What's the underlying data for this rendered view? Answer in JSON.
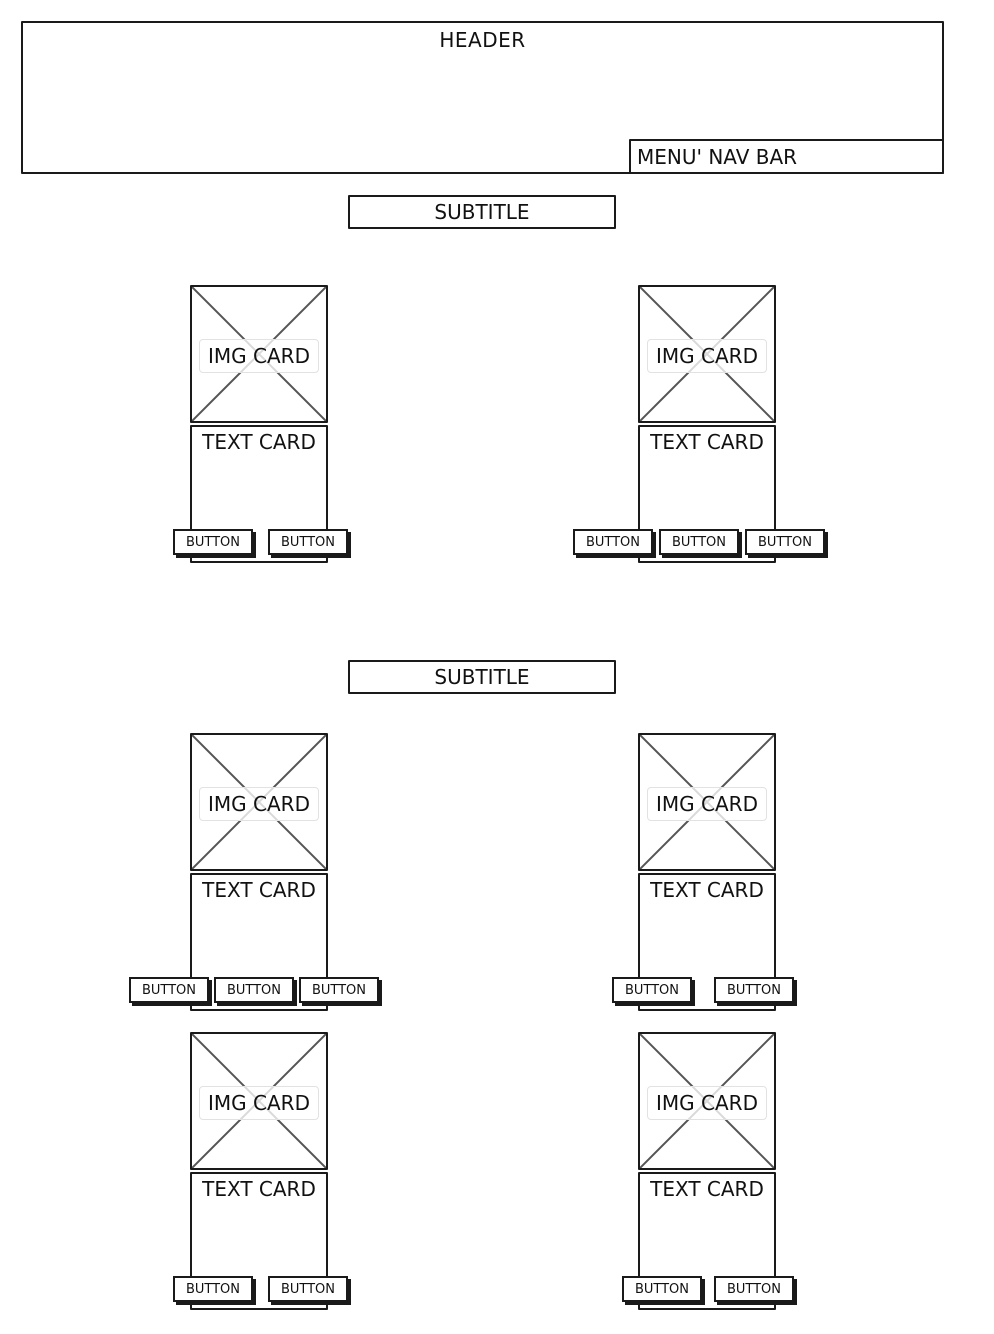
{
  "header": {
    "title": "HEADER"
  },
  "nav": {
    "label": "MENU' NAV BAR"
  },
  "sections": [
    {
      "subtitle": "SUBTITLE",
      "cards": [
        {
          "image_label": "IMG CARD",
          "text": "TEXT CARD",
          "buttons": [
            "BUTTON",
            "BUTTON"
          ]
        },
        {
          "image_label": "IMG CARD",
          "text": "TEXT CARD",
          "buttons": [
            "BUTTON",
            "BUTTON",
            "BUTTON"
          ]
        }
      ]
    },
    {
      "subtitle": "SUBTITLE",
      "cards": [
        {
          "image_label": "IMG CARD",
          "text": "TEXT CARD",
          "buttons": [
            "BUTTON",
            "BUTTON",
            "BUTTON"
          ]
        },
        {
          "image_label": "IMG CARD",
          "text": "TEXT CARD",
          "buttons": [
            "BUTTON",
            "BUTTON"
          ]
        },
        {
          "image_label": "IMG CARD",
          "text": "TEXT CARD",
          "buttons": [
            "BUTTON",
            "BUTTON"
          ]
        },
        {
          "image_label": "IMG CARD",
          "text": "TEXT CARD",
          "buttons": [
            "BUTTON",
            "BUTTON"
          ]
        }
      ]
    }
  ]
}
